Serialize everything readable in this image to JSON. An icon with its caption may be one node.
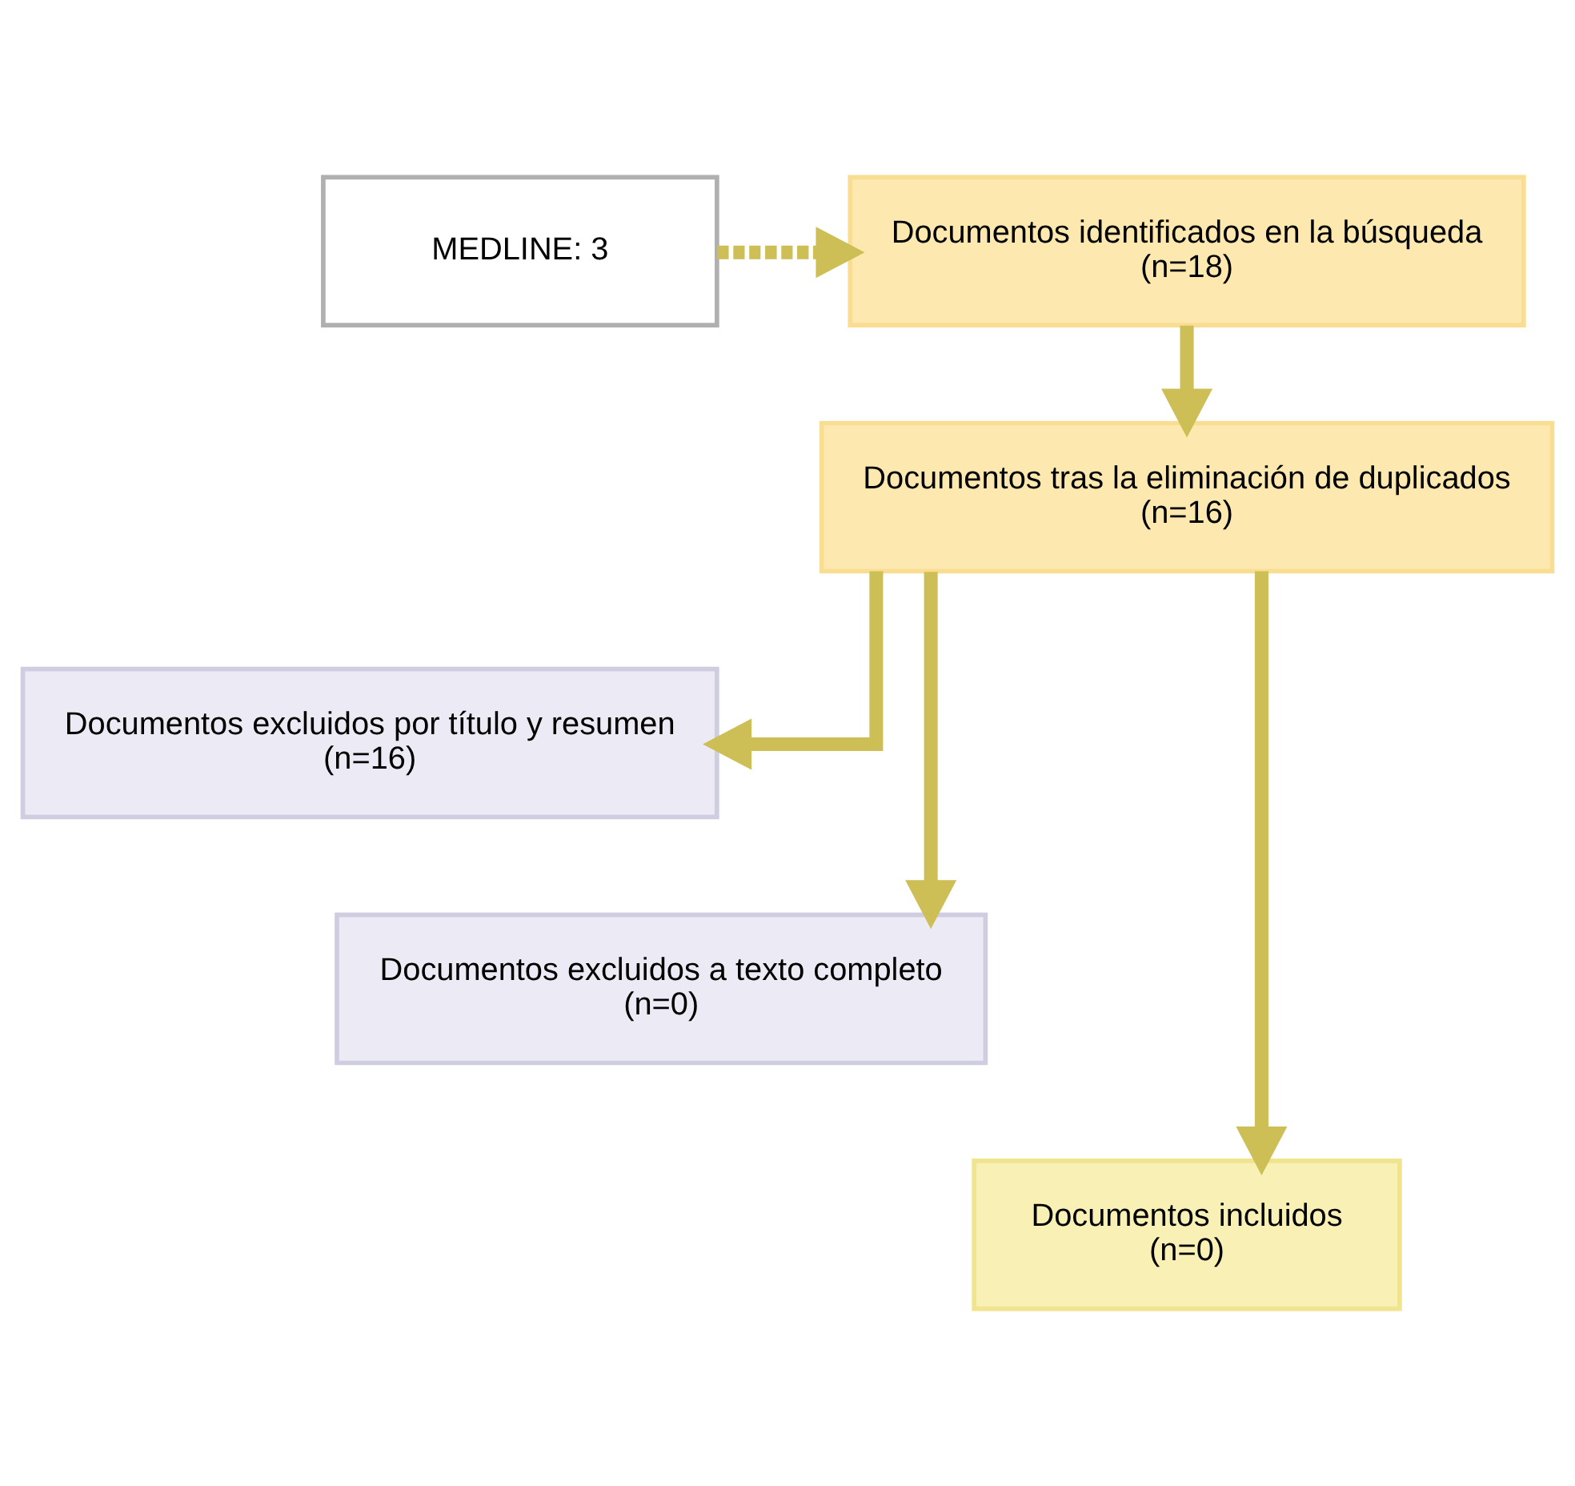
{
  "diagram": {
    "nodes": [
      {
        "text": [
          "Documentos identificados en la búsqueda (n=18)"
        ]
      },
      {
        "text": [
          "MEDLINE: 3"
        ]
      },
      {
        "text": [
          "Documentos tras la eliminación de duplicados (n=16)"
        ]
      },
      {
        "text": [
          "Documentos excluidos por título y resumen (n=16)"
        ]
      },
      {
        "text": [
          "Documentos excluidos a texto completo (n=0)"
        ]
      },
      {
        "text": [
          "Documentos incluidos (n=0)"
        ]
      }
    ],
    "edges": [
      {
        "from": 1,
        "to": 0,
        "arrow": "to",
        "style": "dashed"
      },
      {
        "from": 0,
        "to": 2,
        "arrow": "to"
      },
      {
        "from": 2,
        "to": 3,
        "arrow": "to"
      },
      {
        "from": 2,
        "to": 4,
        "arrow": "to"
      },
      {
        "from": 2,
        "to": 5,
        "arrow": "to"
      }
    ]
  }
}
